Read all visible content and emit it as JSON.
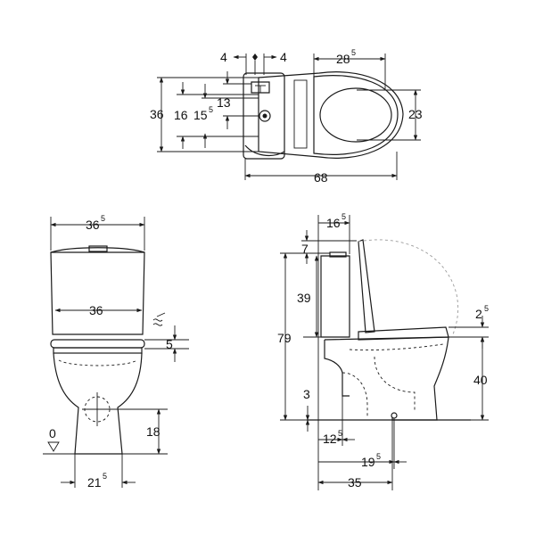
{
  "top_view": {
    "d_left": "4",
    "d_right": "4",
    "seat_width": "28",
    "seat_width_sup": "5",
    "d13": "13",
    "depth36": "36",
    "d16": "16",
    "d15": "15",
    "d15_sup": "5",
    "d23": "23",
    "length68": "68"
  },
  "front_view": {
    "tank_width": "36",
    "tank_width_sup": "5",
    "seat_width": "36",
    "d5": "5",
    "d18": "18",
    "zero": "0",
    "base_width": "21",
    "base_width_sup": "5"
  },
  "side_view": {
    "d16": "16",
    "d16_sup": "5",
    "d7": "7",
    "d39": "39",
    "d79": "79",
    "d2": "2",
    "d2_sup": "5",
    "d40": "40",
    "d3": "3",
    "d12": "12",
    "d12_sup": "5",
    "d19": "19",
    "d19_sup": "5",
    "d35": "35"
  }
}
